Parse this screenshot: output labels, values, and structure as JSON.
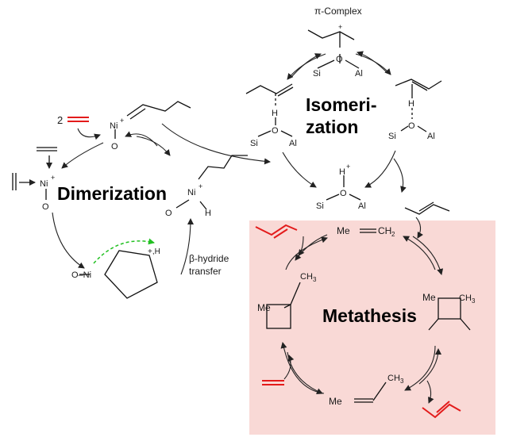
{
  "colors": {
    "metathesis_box": "#f9d9d6",
    "olefin_red": "#e31b1b",
    "hydride_green": "#22c022",
    "bond": "#111111",
    "arrow": "#222222"
  },
  "cycles": {
    "dimerization": {
      "title": "Dimerization"
    },
    "isomerization": {
      "title_line1": "Isomeri-",
      "title_line2": "zation"
    },
    "metathesis": {
      "title": "Metathesis"
    }
  },
  "atoms": {
    "ni": "Ni",
    "o": "O",
    "si": "Si",
    "al": "Al",
    "h": "H",
    "me": "Me",
    "plus": "+",
    "ch3": "CH",
    "sub3": "3",
    "ch2": "CH",
    "sub2": "2",
    "coeff_two": "2"
  },
  "labels": {
    "pi_complex": "π-Complex",
    "beta_hydride_line1": "β-hydride",
    "beta_hydride_line2": "transfer",
    "ni_o_prefix": "O–Ni",
    "plus_h": "+,H"
  }
}
